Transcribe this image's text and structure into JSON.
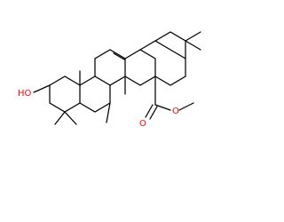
{
  "atom_labels": {
    "hydroxyl": "HO",
    "ester_oxygen_carbonyl": "O",
    "ester_oxygen_methoxy": "O"
  },
  "colors": {
    "bond": "#000000",
    "oxygen": "#ff0000",
    "background": "#ffffff"
  }
}
